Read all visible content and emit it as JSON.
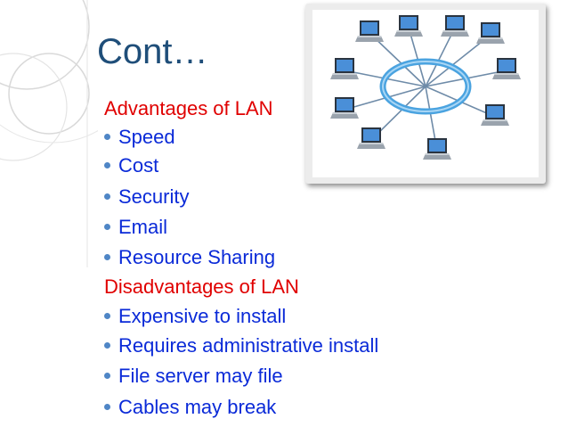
{
  "slide": {
    "title": "Cont…",
    "advantages_heading": "Advantages of LAN",
    "advantages": [
      "Speed",
      "Cost",
      "Security",
      "Email",
      "Resource Sharing"
    ],
    "disadvantages_heading": "Disadvantages of LAN",
    "disadvantages": [
      "Expensive to install",
      "Requires administrative install",
      "File server may file",
      "Cables may break"
    ]
  },
  "colors": {
    "title": "#1f4e79",
    "heading": "#e00000",
    "bullet_text": "#0a2ad8",
    "bullet_dot": "#4f86c6",
    "ring": "#4aa3e0"
  },
  "diagram": {
    "icon": "lan-ring-network-icon",
    "computers": 10
  }
}
